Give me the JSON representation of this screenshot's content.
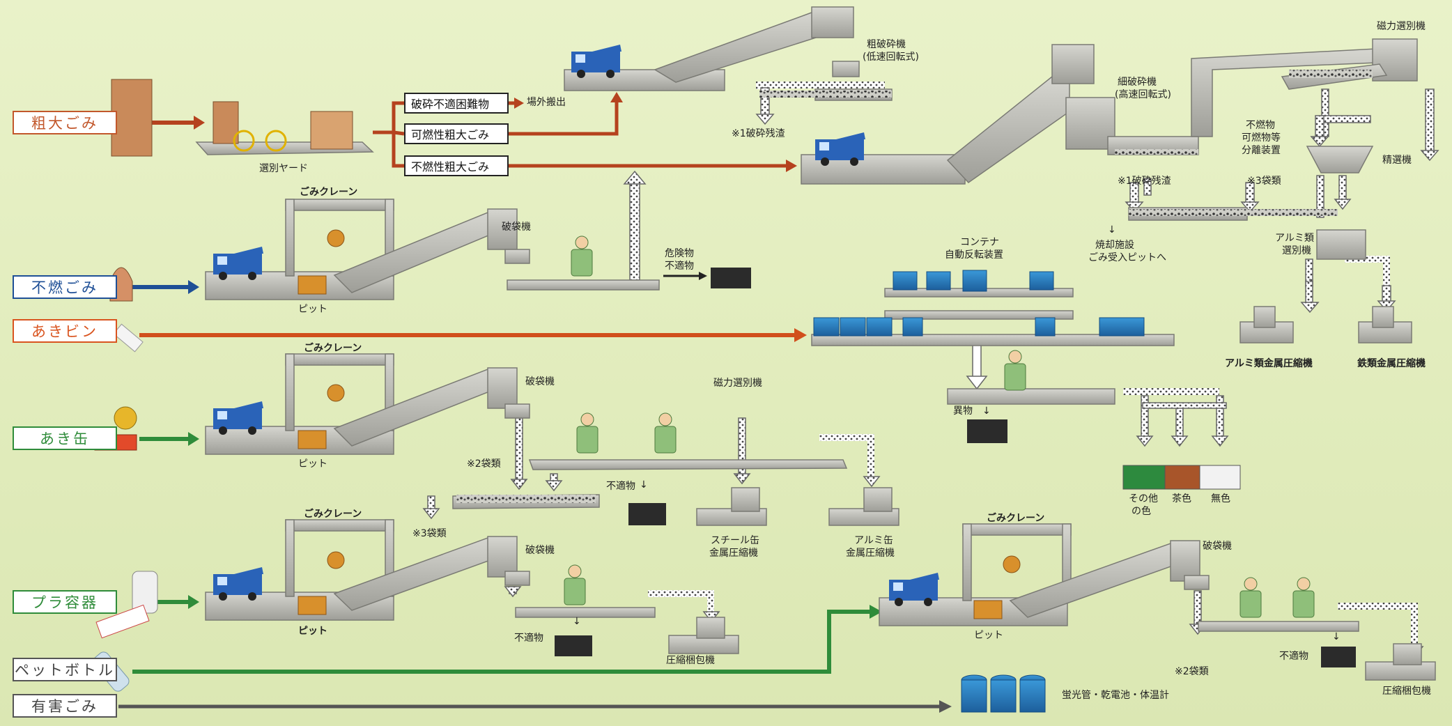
{
  "categories": [
    {
      "id": "sodai",
      "label": "粗大ごみ",
      "color": "#c2572b"
    },
    {
      "id": "funen",
      "label": "不燃ごみ",
      "color": "#1e4f96"
    },
    {
      "id": "akibin",
      "label": "あきビン",
      "color": "#d9541f"
    },
    {
      "id": "akikan",
      "label": "あき缶",
      "color": "#2f8c3a"
    },
    {
      "id": "pura",
      "label": "プラ容器",
      "color": "#2f8c3a"
    },
    {
      "id": "pet",
      "label": "ペットボトル",
      "color": "#555555"
    },
    {
      "id": "yugai",
      "label": "有害ごみ",
      "color": "#555555"
    }
  ],
  "branches": {
    "hasai_futeki": "破砕不適困難物",
    "kanen_sodai": "可燃性粗大ごみ",
    "funen_sodai": "不燃性粗大ごみ",
    "jogai": "場外搬出"
  },
  "labels": {
    "senbetsu_yard": "選別ヤード",
    "sohasai": "粗破砕機",
    "sohasai_sub": "(低速回転式)",
    "hasai_zansa1": "※1破砕残渣",
    "saihasai": "細破砕機",
    "saihasai_sub": "(高速回転式)",
    "jiryoku_top": "磁力選別機",
    "funenbutsu1": "不燃物",
    "funenbutsu2": "可燃物等",
    "funenbutsu3": "分離装置",
    "seisenki": "精選機",
    "hasai_zansa2": "※1破砕残渣",
    "taigai_3a": "※3袋類",
    "shokyaku1": "焼却施設",
    "shokyaku2": "ごみ受入ピットへ",
    "alumi_sen1": "アルミ類",
    "alumi_sen2": "選別機",
    "alumi_press": "アルミ類金属圧縮機",
    "tetsu_press": "鉄類金属圧縮機",
    "container1": "コンテナ",
    "container2": "自動反転装置",
    "gomi_crane1": "ごみクレーン",
    "pit1": "ピット",
    "hatai1": "破袋機",
    "kiken1": "危険物",
    "kiken2": "不適物",
    "gomi_crane2": "ごみクレーン",
    "pit2": "ピット",
    "hatai2": "破袋機",
    "jiryoku_mid": "磁力選別機",
    "ibutsu": "異物",
    "taigai_2a": "※2袋類",
    "futeki_kan": "不適物",
    "taigai_3b": "※3袋類",
    "steel_press1": "スチール缶",
    "steel_press2": "金属圧縮機",
    "alumi_can1": "アルミ缶",
    "alumi_can2": "金属圧縮機",
    "sonota1": "その他",
    "sonota2": "の色",
    "chairo": "茶色",
    "mushoku": "無色",
    "gomi_crane3": "ごみクレーン",
    "pit3": "ピット",
    "hatai3": "破袋機",
    "futeki_pura": "不適物",
    "konpou_pura": "圧縮梱包機",
    "gomi_crane4": "ごみクレーン",
    "pit4": "ピット",
    "hatai4": "破袋機",
    "taigai_2b": "※2袋類",
    "futeki_pet": "不適物",
    "konpou_pet": "圧縮梱包機",
    "yugai_items": "蛍光管・乾電池・体温計"
  },
  "colors": {
    "background": "#e4eebf",
    "machine": "#b9b9b1",
    "machine_dark": "#8c8c86",
    "conveyor": "#9a9a94",
    "truck": "#2a63b8",
    "container": "#2a7fc4",
    "worker": "#8fbf7a"
  }
}
